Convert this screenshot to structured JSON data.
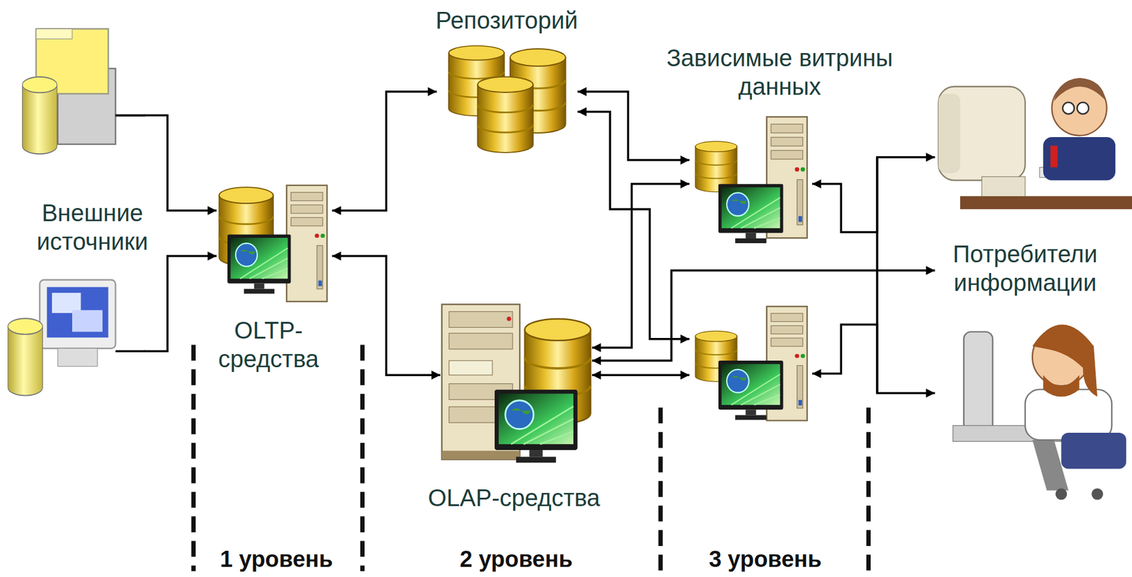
{
  "diagram": {
    "nodes": [
      {
        "text": [
          "Внешние источники"
        ]
      },
      {
        "text": [
          "OLTP- средства"
        ]
      },
      {
        "text": [
          "Репозиторий"
        ]
      },
      {
        "text": [
          "OLAP-средства"
        ]
      },
      {
        "text": [
          "Зависимые витрины данных"
        ]
      },
      {
        "text": [
          "Потребители информации"
        ]
      }
    ],
    "edges": [
      {
        "from": 0,
        "to": 1,
        "arrow": "to"
      },
      {
        "from": 0,
        "to": 1,
        "arrow": "to"
      },
      {
        "from": 1,
        "to": 2,
        "arrow": "both"
      },
      {
        "from": 1,
        "to": 3,
        "arrow": "both"
      },
      {
        "from": 2,
        "to": 4,
        "arrow": "both"
      },
      {
        "from": 2,
        "to": 4,
        "arrow": "both"
      },
      {
        "from": 3,
        "to": 4,
        "arrow": "both"
      },
      {
        "from": 3,
        "to": 4,
        "arrow": "both"
      },
      {
        "from": 5,
        "to": 4,
        "arrow": "both"
      },
      {
        "from": 5,
        "to": 4,
        "arrow": "both"
      },
      {
        "from": 5,
        "to": 3,
        "arrow": "both"
      }
    ],
    "labels": [
      "1 уровень",
      "2 уровень",
      "3 уровень"
    ]
  }
}
